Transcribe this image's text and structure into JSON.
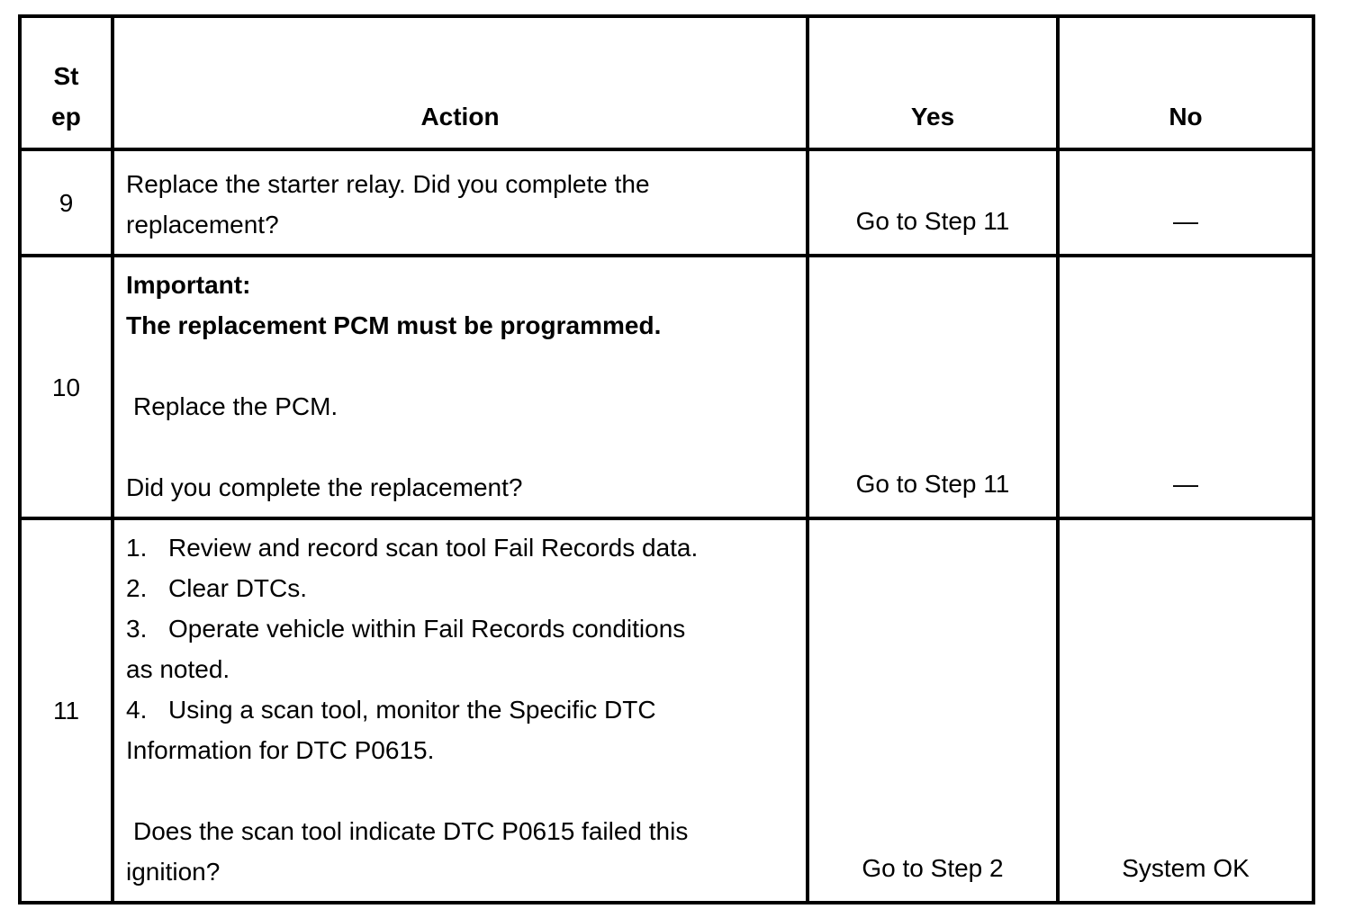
{
  "table": {
    "columns": [
      {
        "id": "step",
        "header_lines": [
          "St",
          "ep"
        ]
      },
      {
        "id": "action",
        "header_lines": [
          "Action"
        ]
      },
      {
        "id": "yes",
        "header_lines": [
          "Yes"
        ]
      },
      {
        "id": "no",
        "header_lines": [
          "No"
        ]
      }
    ],
    "rows": [
      {
        "step": "9",
        "action_lines": [
          {
            "text": "Replace the starter relay. Did you complete the"
          },
          {
            "text": "replacement?"
          }
        ],
        "yes": "Go to Step 11",
        "no": "—"
      },
      {
        "step": "10",
        "action_lines": [
          {
            "text": "Important:",
            "bold": true
          },
          {
            "text": "The replacement PCM must be programmed.",
            "bold": true
          },
          {
            "text": ""
          },
          {
            "text": "Replace the PCM.",
            "lead_space": true
          },
          {
            "text": ""
          },
          {
            "text": "Did you complete the replacement?"
          }
        ],
        "yes": "Go to Step 11",
        "no": "—"
      },
      {
        "step": "11",
        "action_lines": [
          {
            "num": "1.",
            "text": "Review and record scan tool Fail Records data."
          },
          {
            "num": "2.",
            "text": "Clear DTCs."
          },
          {
            "num": "3.",
            "text": "Operate vehicle within Fail Records conditions"
          },
          {
            "text": "as noted."
          },
          {
            "num": "4.",
            "text": "Using a scan tool, monitor the Specific DTC"
          },
          {
            "text": "Information for DTC P0615."
          },
          {
            "text": ""
          },
          {
            "text": "Does the scan tool indicate DTC P0615 failed this",
            "lead_space": true
          },
          {
            "text": "ignition?"
          }
        ],
        "yes": "Go to Step 2",
        "no": "System OK"
      }
    ]
  },
  "colors": {
    "text": "#000000",
    "border": "#000000",
    "background": "#ffffff"
  }
}
